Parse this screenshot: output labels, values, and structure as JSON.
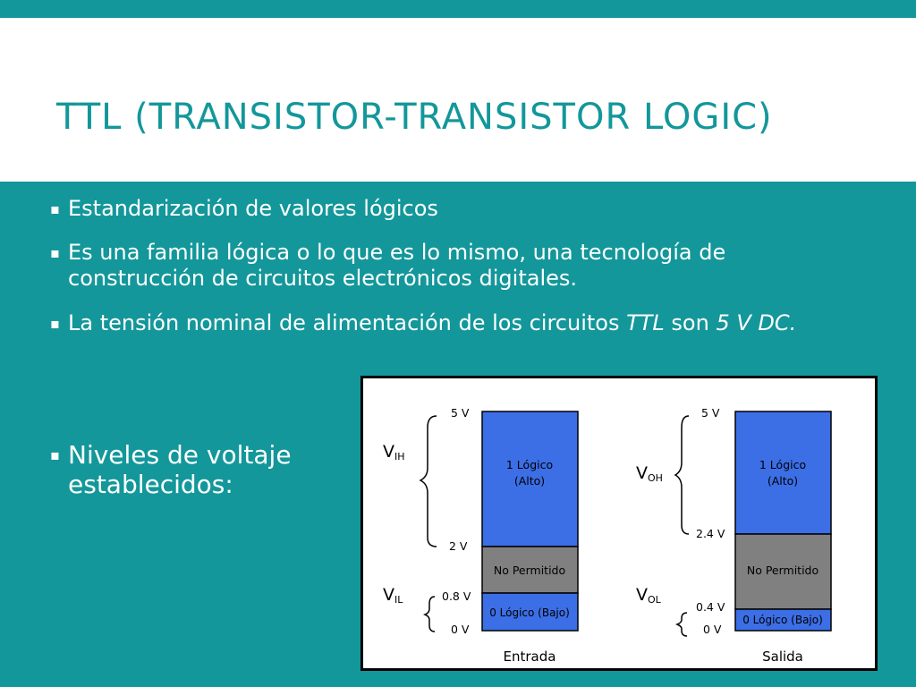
{
  "slide": {
    "title": "TTL (TRANSISTOR-TRANSISTOR LOGIC)",
    "bullet_glyph": "▪",
    "bullets": [
      {
        "text": "Estandarización de valores lógicos"
      },
      {
        "text": "Es una familia lógica o lo que es lo mismo, una tecnología de construcción de circuitos electrónicos digitales."
      },
      {
        "pre": "La tensión nominal de alimentación de los circuitos ",
        "em1": "TTL",
        "mid": " son ",
        "em2": "5 V DC."
      },
      {
        "text": "Niveles de voltaje establecidos:"
      }
    ]
  },
  "figure": {
    "colors": {
      "high": "#3c6ee6",
      "forbidden": "#808080",
      "low": "#3c6ee6",
      "border": "#000000"
    },
    "input": {
      "caption": "Entrada",
      "v_high_main": "V",
      "v_high_sub": "IH",
      "v_low_main": "V",
      "v_low_sub": "IL",
      "top_value": "5 V",
      "high_min": "2 V",
      "low_max": "0.8 V",
      "bottom_value": "0 V",
      "high_label_1": "1 Lógico",
      "high_label_2": "(Alto)",
      "forbidden_label": "No Permitido",
      "low_label": "0 Lógico (Bajo)"
    },
    "output": {
      "caption": "Salida",
      "v_high_main": "V",
      "v_high_sub": "OH",
      "v_low_main": "V",
      "v_low_sub": "OL",
      "top_value": "5 V",
      "high_min": "2.4 V",
      "low_max": "0.4 V",
      "bottom_value": "0 V",
      "high_label_1": "1 Lógico",
      "high_label_2": "(Alto)",
      "forbidden_label": "No Permitido",
      "low_label": "0 Lógico (Bajo)"
    }
  }
}
